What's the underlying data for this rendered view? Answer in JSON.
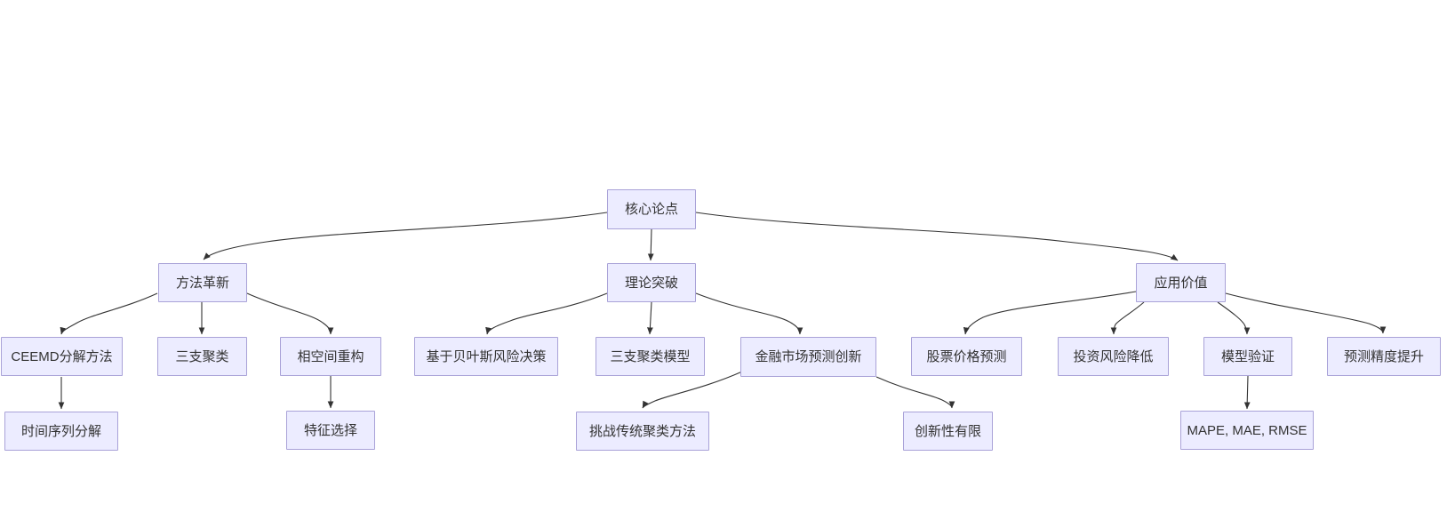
{
  "diagram": {
    "type": "flowchart-tree",
    "theme": {
      "node-fill": "#ECECFF",
      "node-border": "#A9A2D8",
      "node-text": "#333333",
      "edge-color": "#333333",
      "background": "#FFFFFF"
    },
    "nodes": {
      "core": {
        "label": "核心论点"
      },
      "method": {
        "label": "方法革新"
      },
      "theory": {
        "label": "理论突破"
      },
      "application": {
        "label": "应用价值"
      },
      "ceemd": {
        "label": "CEEMD分解方法"
      },
      "threeway": {
        "label": "三支聚类"
      },
      "phase": {
        "label": "相空间重构"
      },
      "bayes": {
        "label": "基于贝叶斯风险决策"
      },
      "twmodel": {
        "label": "三支聚类模型"
      },
      "finance": {
        "label": "金融市场预测创新"
      },
      "stock": {
        "label": "股票价格预测"
      },
      "risk": {
        "label": "投资风险降低"
      },
      "validation": {
        "label": "模型验证"
      },
      "precision": {
        "label": "预测精度提升"
      },
      "decompose": {
        "label": "时间序列分解"
      },
      "feature": {
        "label": "特征选择"
      },
      "challenge": {
        "label": "挑战传统聚类方法"
      },
      "limited": {
        "label": "创新性有限"
      },
      "metrics": {
        "label": "MAPE, MAE, RMSE"
      }
    },
    "edges": [
      {
        "from": "core",
        "to": "method"
      },
      {
        "from": "core",
        "to": "theory"
      },
      {
        "from": "core",
        "to": "application"
      },
      {
        "from": "method",
        "to": "ceemd"
      },
      {
        "from": "method",
        "to": "threeway"
      },
      {
        "from": "method",
        "to": "phase"
      },
      {
        "from": "theory",
        "to": "bayes"
      },
      {
        "from": "theory",
        "to": "twmodel"
      },
      {
        "from": "theory",
        "to": "finance"
      },
      {
        "from": "application",
        "to": "stock"
      },
      {
        "from": "application",
        "to": "risk"
      },
      {
        "from": "application",
        "to": "validation"
      },
      {
        "from": "application",
        "to": "precision"
      },
      {
        "from": "ceemd",
        "to": "decompose"
      },
      {
        "from": "phase",
        "to": "feature"
      },
      {
        "from": "finance",
        "to": "challenge"
      },
      {
        "from": "finance",
        "to": "limited"
      },
      {
        "from": "validation",
        "to": "metrics"
      }
    ]
  }
}
